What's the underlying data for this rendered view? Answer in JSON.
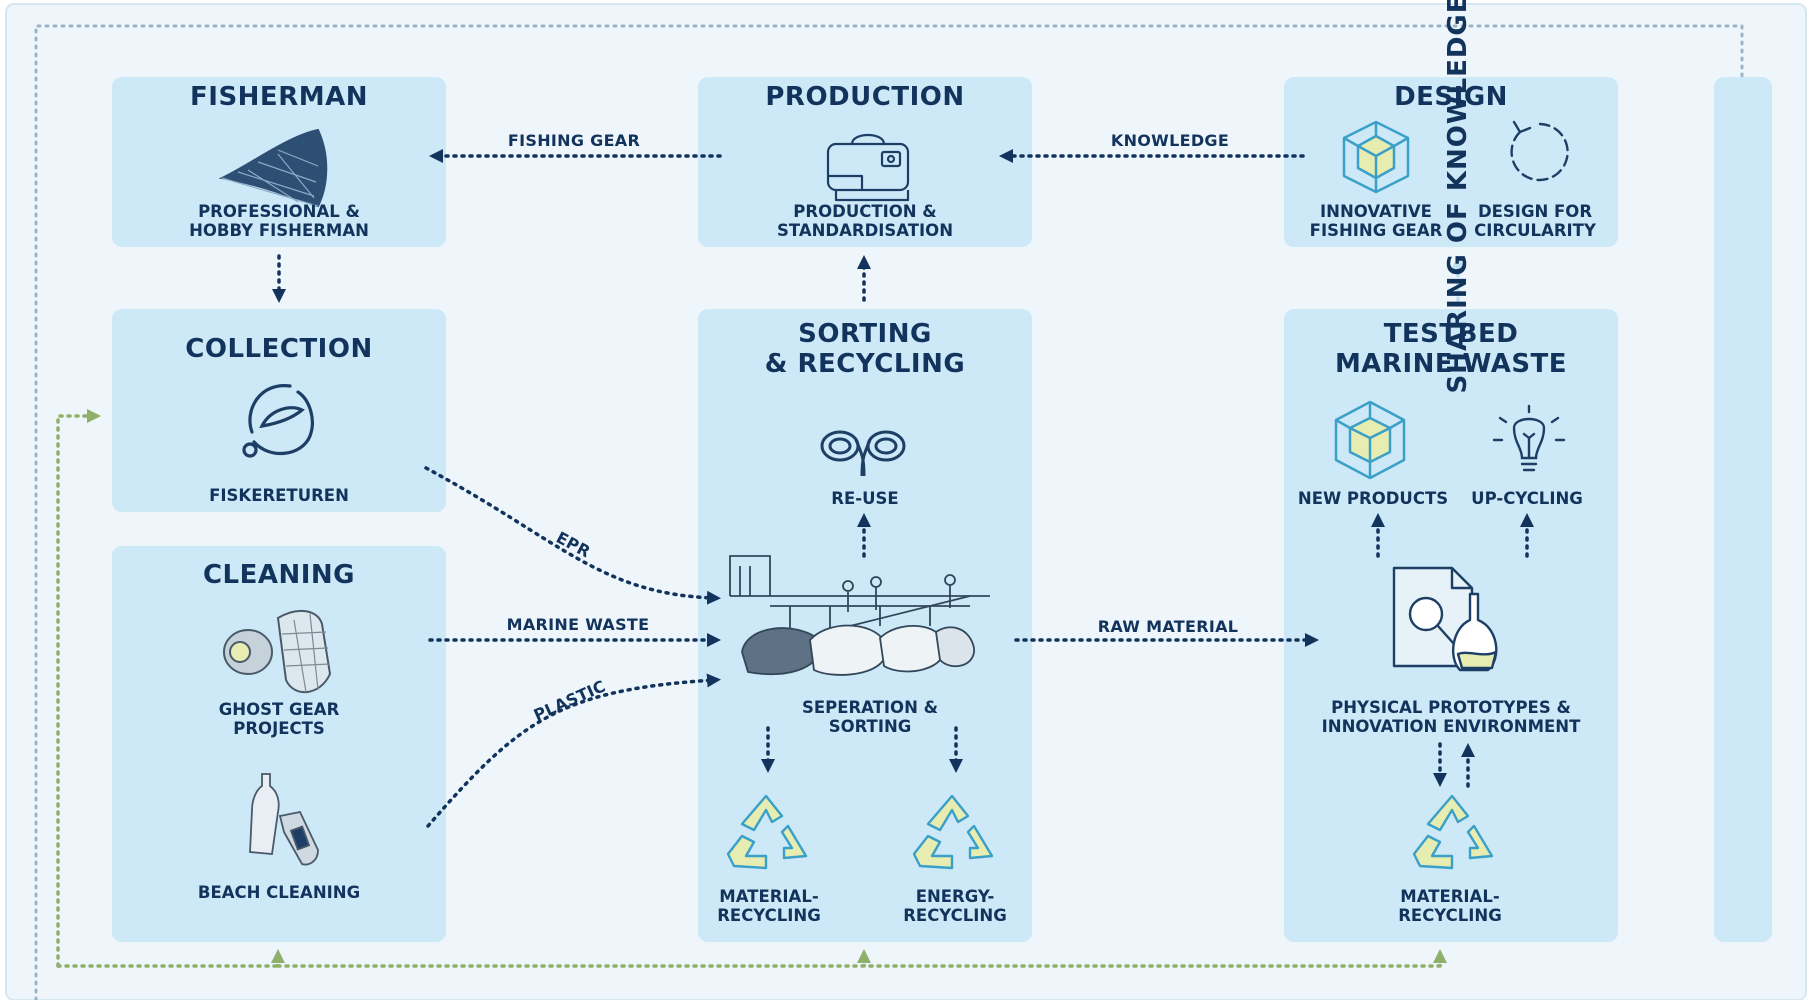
{
  "colors": {
    "box_fill": "#cde8f6",
    "navy": "#12335c",
    "green_dotted": "#8fb06a",
    "panel_bg": "#eef6fc",
    "icon_teal": "#3aa0c8",
    "icon_yellow": "#e7ecb0"
  },
  "boxes": {
    "fisherman": {
      "title": "FISHERMAN",
      "caption": "PROFESSIONAL &\nHOBBY FISHERMAN"
    },
    "production": {
      "title": "PRODUCTION",
      "caption": "PRODUCTION &\nSTANDARDISATION"
    },
    "design": {
      "title": "DESIGN",
      "caption_left": "INNOVATIVE\nFISHING GEAR",
      "caption_right": "DESIGN FOR\nCIRCULARITY"
    },
    "collection": {
      "title": "COLLECTION",
      "caption": "FISKERETUREN"
    },
    "cleaning": {
      "title": "CLEANING",
      "caption_top": "GHOST GEAR\nPROJECTS",
      "caption_bottom": "BEACH CLEANING"
    },
    "sorting": {
      "title": "SORTING\n& RECYCLING",
      "reuse": "RE-USE",
      "separation": "SEPERATION &\nSORTING",
      "material": "MATERIAL-\nRECYCLING",
      "energy": "ENERGY-\nRECYCLING"
    },
    "testbed": {
      "title": "TESTBED\nMARINE WASTE",
      "new_products": "NEW PRODUCTS",
      "upcycling": "UP-CYCLING",
      "prototypes": "PHYSICAL PROTOTYPES &\nINNOVATION ENVIRONMENT",
      "material": "MATERIAL-\nRECYCLING"
    },
    "sharing": {
      "title": "SHARING OF KNOWLEDGE"
    }
  },
  "flows": {
    "fishing_gear": "FISHING GEAR",
    "knowledge": "KNOWLEDGE",
    "epr": "EPR",
    "marine_waste": "MARINE WASTE",
    "plastic": "PLASTIC",
    "raw_material": "RAW MATERIAL"
  },
  "icons": [
    "fishing-net-icon",
    "sewing-machine-icon",
    "cube-icon",
    "circular-arrow-icon",
    "fish-recycle-icon",
    "ghost-gear-icon",
    "bottles-icon",
    "rope-icon",
    "sorting-facility-icon",
    "recycle-icon",
    "lightbulb-icon",
    "lab-document-icon"
  ]
}
